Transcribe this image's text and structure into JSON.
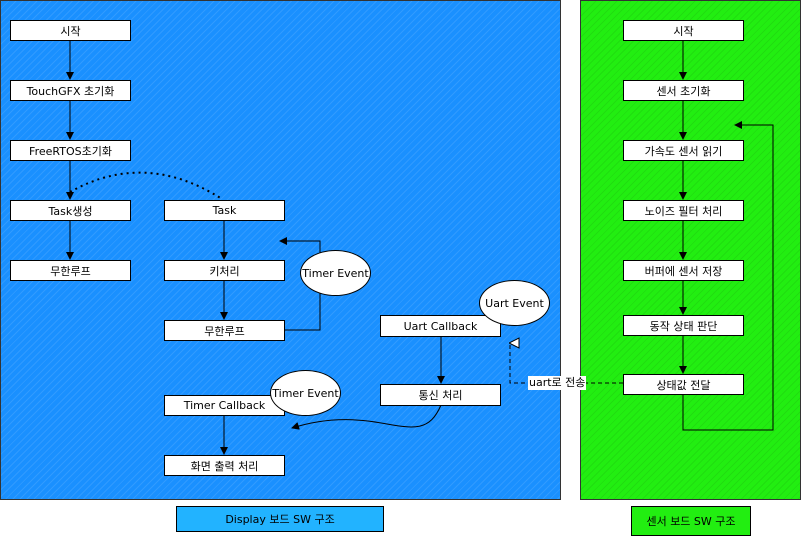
{
  "display": {
    "caption": "Display 보드 SW 구조",
    "start": "시작",
    "touchgfx_init": "TouchGFX 초기화",
    "freertos_init": "FreeRTOS초기화",
    "task_create": "Task생성",
    "loop_left": "무한루프",
    "task": "Task",
    "key_handling": "키처리",
    "loop_task": "무한루프",
    "timer_event_1": "Timer Event",
    "uart_event": "Uart Event",
    "uart_callback": "Uart Callback",
    "comm_handling": "통신 처리",
    "timer_event_2": "Timer Event",
    "timer_callback": "Timer Callback",
    "screen_output": "화면 출력 처리"
  },
  "sensor": {
    "caption": "센서 보드 SW 구조",
    "start": "시작",
    "sensor_init": "센서 초기화",
    "accel_read": "가속도 센서 읽기",
    "noise_filter": "노이즈 필터 처리",
    "buffer_store": "버퍼에 센서 저장",
    "motion_detect": "동작 상태 판단",
    "state_send": "상태값 전달"
  },
  "edge_label": "uart로 전송",
  "colors": {
    "display_panel": "#1a90ff",
    "sensor_panel": "#22ee11",
    "display_caption": "#22b3ff"
  }
}
